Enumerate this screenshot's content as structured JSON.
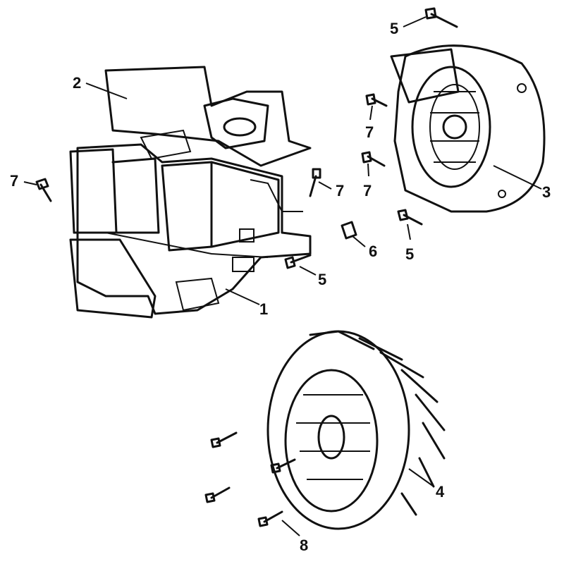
{
  "diagram": {
    "callouts": [
      {
        "id": "c1",
        "label": "2"
      },
      {
        "id": "c2",
        "label": "7"
      },
      {
        "id": "c3",
        "label": "5"
      },
      {
        "id": "c4",
        "label": "7"
      },
      {
        "id": "c5",
        "label": "7"
      },
      {
        "id": "c6",
        "label": "3"
      },
      {
        "id": "c7",
        "label": "7"
      },
      {
        "id": "c8",
        "label": "6"
      },
      {
        "id": "c9",
        "label": "5"
      },
      {
        "id": "c10",
        "label": "5"
      },
      {
        "id": "c11",
        "label": "1"
      },
      {
        "id": "c12",
        "label": "4"
      },
      {
        "id": "c13",
        "label": "8"
      }
    ],
    "colors": {
      "ink": "#111111",
      "paper": "#ffffff"
    }
  }
}
